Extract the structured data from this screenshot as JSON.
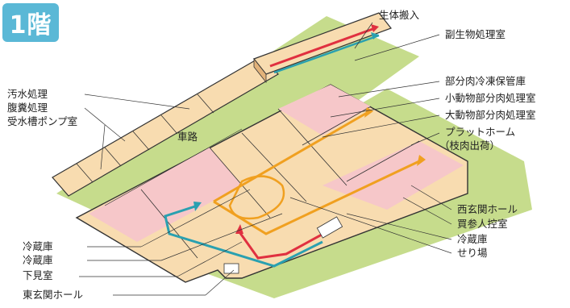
{
  "floor_badge": "1階",
  "road_label": "車路",
  "labels_left": [
    "汚水処理",
    "腹糞処理",
    "受水槽ポンプ室",
    "冷蔵庫",
    "冷蔵庫",
    "下見室",
    "東玄関ホール"
  ],
  "labels_right": [
    "生体搬入",
    "副生物処理室",
    "部分肉冷凍保管庫",
    "小動物部分肉処理室",
    "大動物部分肉処理室",
    "プラットホーム",
    "（枝肉出荷）",
    "西玄関ホール",
    "買参人控室",
    "冷蔵庫",
    "せり場"
  ],
  "colors": {
    "badge": "#5ab8d6",
    "floor": "#f8dcb0",
    "rooms_pink": "#f6c7c9",
    "ground": "#c6dc8c",
    "flow_orange": "#f0a020",
    "flow_red": "#e03040",
    "flow_teal": "#2aa0b0"
  }
}
